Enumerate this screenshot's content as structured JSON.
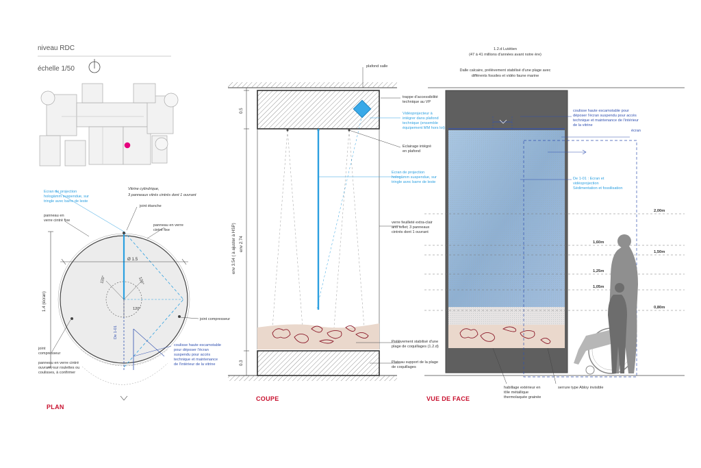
{
  "header": {
    "level": "niveau RDC",
    "scale": "échelle  1/50"
  },
  "sections": {
    "plan": "PLAN",
    "coupe": "COUPE",
    "vue": "VUE DE FACE"
  },
  "plan": {
    "vitrine": [
      "Vitrine cylindrique,",
      "3 panneaux vitrés cintrés dont 1 ouvrant"
    ],
    "ecran": [
      "Ecran de projection",
      "hologämm suspendue, sur",
      "tringle avec barre de leste"
    ],
    "joint_etanche": "joint étanche",
    "panneau_fixe_left": [
      "panneau en",
      "verre cintré fixe"
    ],
    "panneau_fixe_right": [
      "panneau en verre",
      "cintré fixe"
    ],
    "diameter": "Ø 1.5",
    "angle_a": "120°",
    "angle_b": "120°",
    "angle_c": "120°",
    "height_ecran": "1.4 (écran)",
    "screen_code": "De 1-01",
    "joint_comp_right": "joint compresseur",
    "joint_comp_left": [
      "joint",
      "compresseur"
    ],
    "panneau_ouvrant": [
      "panneau en verre cintré",
      "ouvrant, sur roulettes ou",
      "coulisses, à confirmer"
    ],
    "coulisse": [
      "coulisse haute escamotable",
      "pour déposer l'écran",
      "suspendu pour accès",
      "technique et maintenance",
      "de l'intérieur de la vitrine"
    ]
  },
  "coupe": {
    "plafond": "plafond salle",
    "trappe": [
      "trappe d'accessibilité",
      "technique au VP"
    ],
    "videoproj": [
      "Vidéoprojecteur à",
      "intégrer dans plafond",
      "technique (ensemble",
      "équipement MM hors lot)"
    ],
    "eclairage": [
      "Eclairage intégré",
      "en plafond"
    ],
    "ecran": [
      "Ecran de projection",
      "hologämm suspendue, sur",
      "tringle avec barre de leste"
    ],
    "verre": [
      "verre feuilleté extra-clair",
      "anti reflet; 3 panneaux",
      "cintrés dont 1 ouvrant"
    ],
    "prelevement": [
      "Prélèvement stabilisé  d'une",
      "plage de coquillages (1.2.d)"
    ],
    "plateau": [
      "Plateau support de la plage",
      "de coquillages"
    ],
    "dim_top": "0.5",
    "dim_mid": "env 2.74",
    "dim_total": "env 3.54  ( à ajuster à HSP)",
    "dim_bottom": "0.3"
  },
  "vue": {
    "title": [
      "1.2.d Lutétien",
      "(47 à 41 millions d'années avant notre ère)"
    ],
    "desc": [
      "Dalle calcaire, prélèvement stabilisé d'une plage avec",
      "différents fossiles et vidéo faune marine"
    ],
    "coulisse": [
      "coulisse haute escamotable pour",
      "déposer l'écran suspendu pour accès",
      "technique et maintenance de l'intérieur",
      "de la vitrine"
    ],
    "ecran": "écran",
    "de101": [
      "De 1-01 : Ecran et",
      "vidéoprojection",
      "Sédimentation et fossilisation"
    ],
    "levels": [
      "2,00m",
      "1,60m",
      "1,50m",
      "1,25m",
      "1,05m",
      "0,80m"
    ],
    "habillage": [
      "habillage extérieur en",
      "tôle métallique",
      "thermolaquée grainée"
    ],
    "serrure": "serrure type Abloy invisible"
  },
  "colors": {
    "accent_red": "#c8102e",
    "blue": "#2b9fe0",
    "navy": "#3050b0",
    "sand": "#ead8cc",
    "dark_panel": "#5f5f5f"
  }
}
